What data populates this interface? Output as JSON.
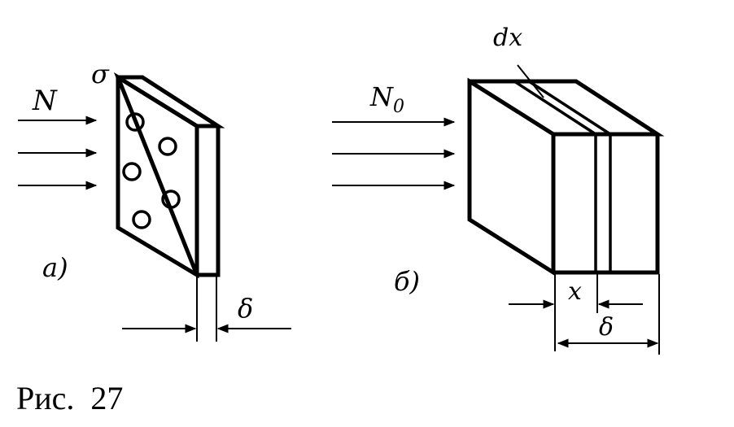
{
  "diagram": {
    "panel_a": {
      "flux_label": "N",
      "cross_section_label": "σ",
      "thickness_label": "δ",
      "panel_label": "a)",
      "icons": {
        "nucleus": "circle-icon",
        "flux": "arrow-right-icon"
      }
    },
    "panel_b": {
      "flux_label": "N",
      "flux_subscript": "0",
      "layer_label": "dx",
      "depth_label": "x",
      "thickness_label": "δ",
      "panel_label": "б)",
      "icons": {
        "flux": "arrow-right-icon"
      }
    },
    "caption": "Рис.  27"
  }
}
